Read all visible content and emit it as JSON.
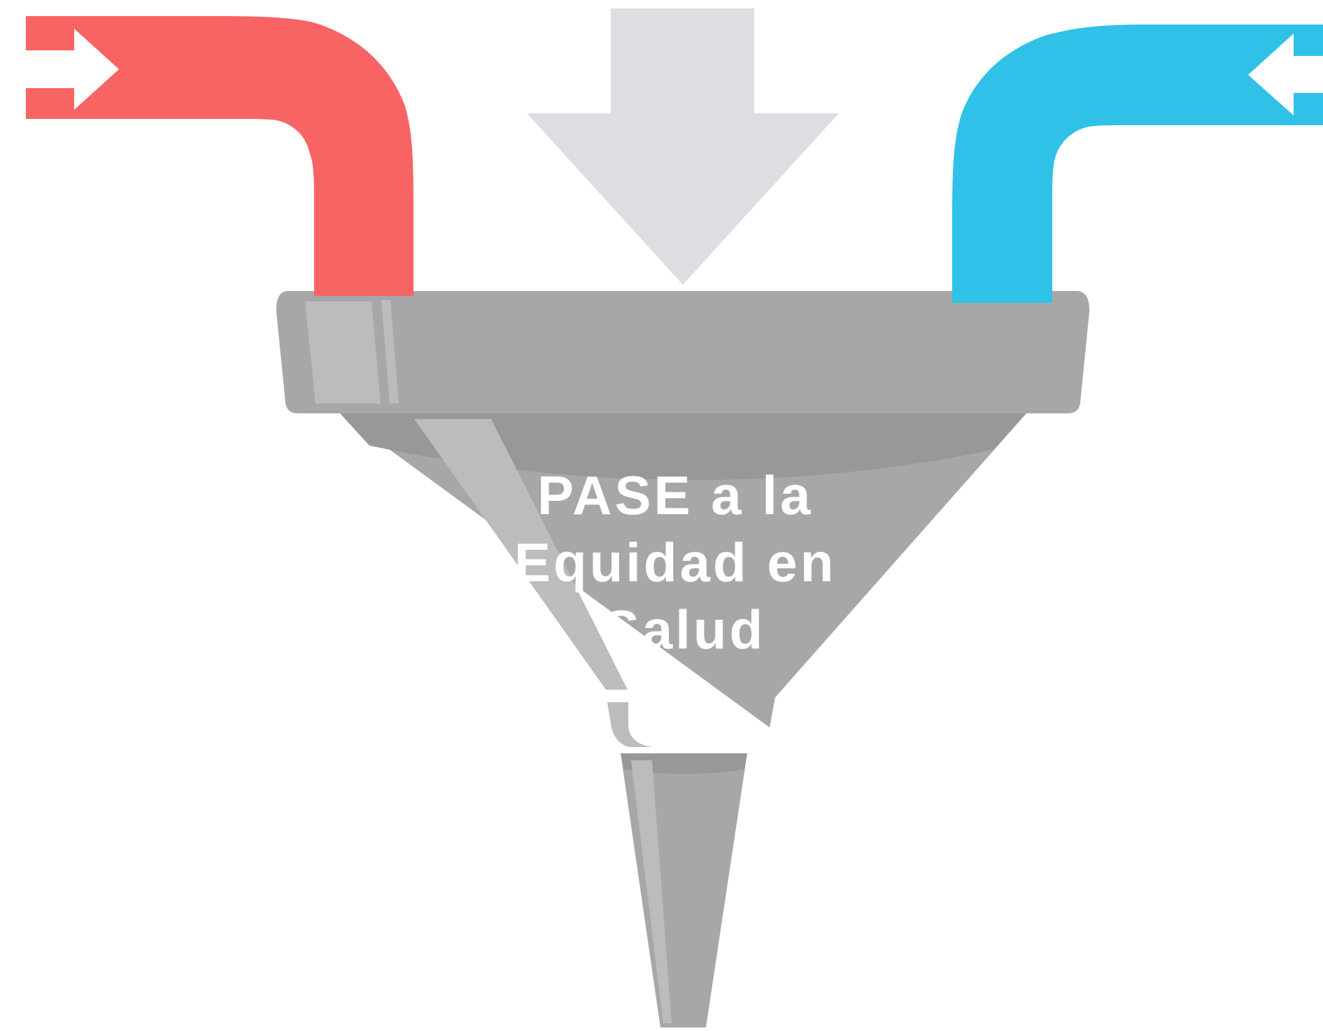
{
  "funnel": {
    "label_lines": [
      "PASE a la",
      "Equidad en",
      "Salud"
    ]
  },
  "colors": {
    "left_pipe": "#F86464",
    "right_pipe": "#30C1E9",
    "top_arrow": "#DEDDE2",
    "funnel_body": "#A7A7A7",
    "funnel_shadow": "#989898",
    "funnel_outline": "#9C9C9C",
    "highlight": "#BCBCBC",
    "label_text": "#FFFFFF",
    "pipe_arrow": "#FFFFFF"
  },
  "icons": {
    "left_pipe": "arrow-right-icon",
    "right_pipe": "arrow-left-icon",
    "top": "arrow-down-icon"
  }
}
